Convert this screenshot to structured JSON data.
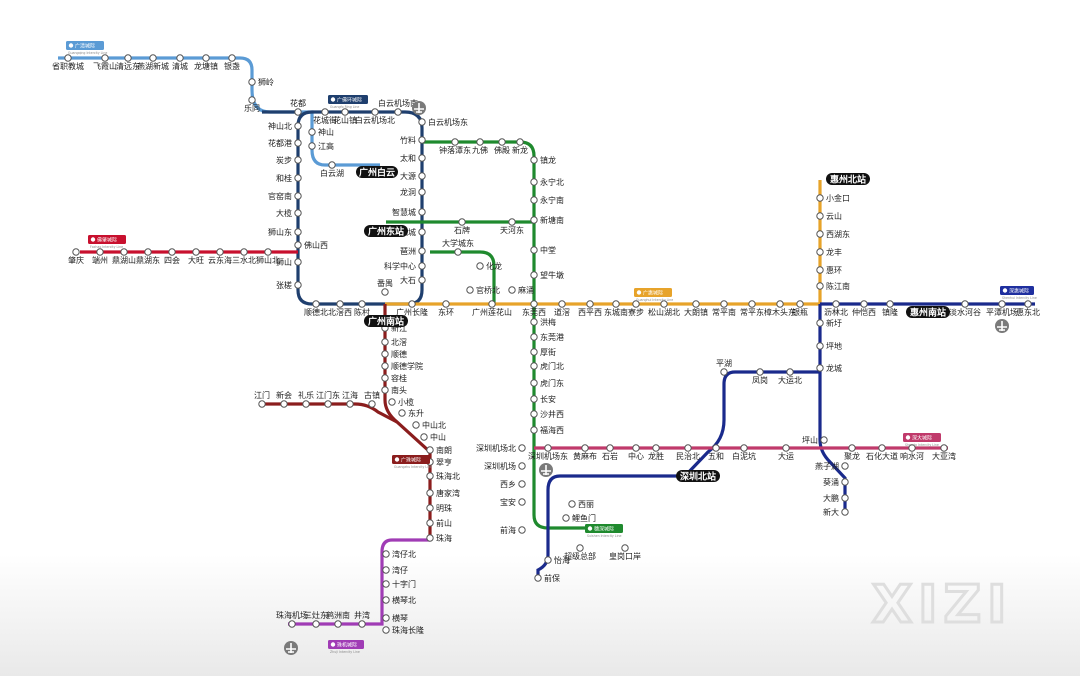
{
  "colors": {
    "guangqing": "#5b9bd5",
    "guangfo": "#1f3f6e",
    "guanghui": "#e7a32a",
    "guangzhu": "#8b1d1d",
    "foguan": "#c8102e",
    "suisheng": "#1f8a2e",
    "shenda": "#c03a6b",
    "shengzhu": "#a03cb5",
    "shenhui": "#1a2a8c",
    "bluefar": "#1f2f9f"
  },
  "lines": {
    "guangqing": {
      "name": "广清城际",
      "sub": "Guangqing Intercity Line"
    },
    "guangfo": {
      "name": "广佛环城际",
      "sub": "Guangfo Ring Line"
    },
    "guanghui": {
      "name": "广惠城际",
      "sub": "Guanghui Intercity Line"
    },
    "guangzhu": {
      "name": "广珠城际",
      "sub": "Guangzhu Intercity Line"
    },
    "foguan": {
      "name": "佛肇城际",
      "sub": "Fozhao Intercity Line"
    },
    "suisheng": {
      "name": "穗深城际",
      "sub": "Suishen Intercity Line"
    },
    "shenda": {
      "name": "深大城际",
      "sub": "Shenda Intercity Line"
    },
    "shenhui": {
      "name": "深惠城际",
      "sub": "Shenhui Intercity Line"
    },
    "zhuji": {
      "name": "珠机城际",
      "sub": "Zhuji Intercity Line"
    }
  },
  "hubs": {
    "baiyun": "广州白云",
    "guangzhoudong": "广州东站",
    "guangzhounan": "广州南站",
    "huizhoubei": "惠州北站",
    "huizhounan": "惠州南站",
    "shenzhenbei": "深圳北站"
  },
  "stations": {
    "guangqing": [
      "省职教城",
      "飞霞山",
      "清远东",
      "燕湖新城",
      "清城",
      "龙塘镇",
      "银盏",
      "狮岭",
      "乐同"
    ],
    "ring_left": [
      "花都",
      "神山北",
      "花都港",
      "炭步",
      "和桂",
      "官窑南",
      "大榄",
      "狮山东",
      "狮山",
      "张槎"
    ],
    "ring_top": [
      "花城街",
      "花山镇",
      "白云机场北",
      "白云机场南"
    ],
    "ring_right": [
      "白云机场东",
      "竹料",
      "太和",
      "大源",
      "龙洞",
      "智慧城",
      "金融城",
      "琶洲",
      "科学中心",
      "大石",
      "番禺"
    ],
    "baiyun_branch": [
      "神山",
      "江高",
      "白云湖"
    ],
    "ring_bottom": [
      "顺德北",
      "北滘西",
      "陈村"
    ],
    "fosan": [
      "佛山西"
    ],
    "foguan": [
      "肇庆",
      "端州",
      "鼎湖山",
      "鼎湖东",
      "四会",
      "大旺",
      "云东海",
      "三水北",
      "狮山北"
    ],
    "suisheng_top": [
      "钟落潭东",
      "九佛",
      "佛殿",
      "新龙",
      "镇龙",
      "永宁北",
      "永宁南",
      "新塘南",
      "中堂",
      "望牛墩"
    ],
    "suisheng_mid": [
      "石牌",
      "天河东",
      "大学城东",
      "化龙",
      "官桥北",
      "麻涌"
    ],
    "suisheng_south": [
      "洪梅",
      "东莞港",
      "厚街",
      "虎门北",
      "虎门东",
      "长安",
      "沙井西",
      "福海西",
      "深圳机场北",
      "深圳机场",
      "西乡",
      "宝安",
      "前海"
    ],
    "guanghui": [
      "广州长隆",
      "东环",
      "广州莲花山",
      "东莞西",
      "道滘",
      "西平西",
      "东城南",
      "寮步",
      "松山湖北",
      "大朗镇",
      "常平南",
      "常平东",
      "樟木头东",
      "银瓶",
      "沥林北",
      "仲恺西",
      "镇隆",
      "淡水河谷",
      "平潭机场",
      "惠东北"
    ],
    "huizhou_north": [
      "小金口",
      "云山",
      "西湖东",
      "龙丰",
      "惠环",
      "陈江南",
      "新圩",
      "坪地",
      "龙城"
    ],
    "guangzhu": [
      "新江",
      "北滘",
      "顺德",
      "顺德学院",
      "容桂",
      "南头",
      "小榄",
      "东升",
      "中山北",
      "中山",
      "南朗",
      "翠亨",
      "珠海北",
      "唐家湾",
      "明珠",
      "前山",
      "珠海"
    ],
    "jiangmen": [
      "江门",
      "新会",
      "礼乐",
      "江门东",
      "江海",
      "古镇"
    ],
    "zhuji": [
      "湾仔北",
      "湾仔",
      "十字门",
      "横琴北",
      "横琴",
      "珠海长隆",
      "井湾",
      "鹤洲南",
      "三灶东",
      "珠海机场"
    ],
    "shenda": [
      "深圳机场东",
      "黄麻布",
      "石岩",
      "中心",
      "龙胜",
      "民治北",
      "五和",
      "白泥坑",
      "大运",
      "坪山",
      "聚龙",
      "石化大道",
      "响水河",
      "大亚湾"
    ],
    "shenhui": [
      "平湖",
      "凤岗",
      "大运北"
    ],
    "south_branch": [
      "燕子湖",
      "葵涌",
      "大鹏",
      "新大"
    ],
    "shenzhen_south": [
      "西丽",
      "鲤鱼门",
      "超级总部",
      "皇岗口岸",
      "怡海",
      "前保"
    ]
  },
  "watermark": "XIZI"
}
